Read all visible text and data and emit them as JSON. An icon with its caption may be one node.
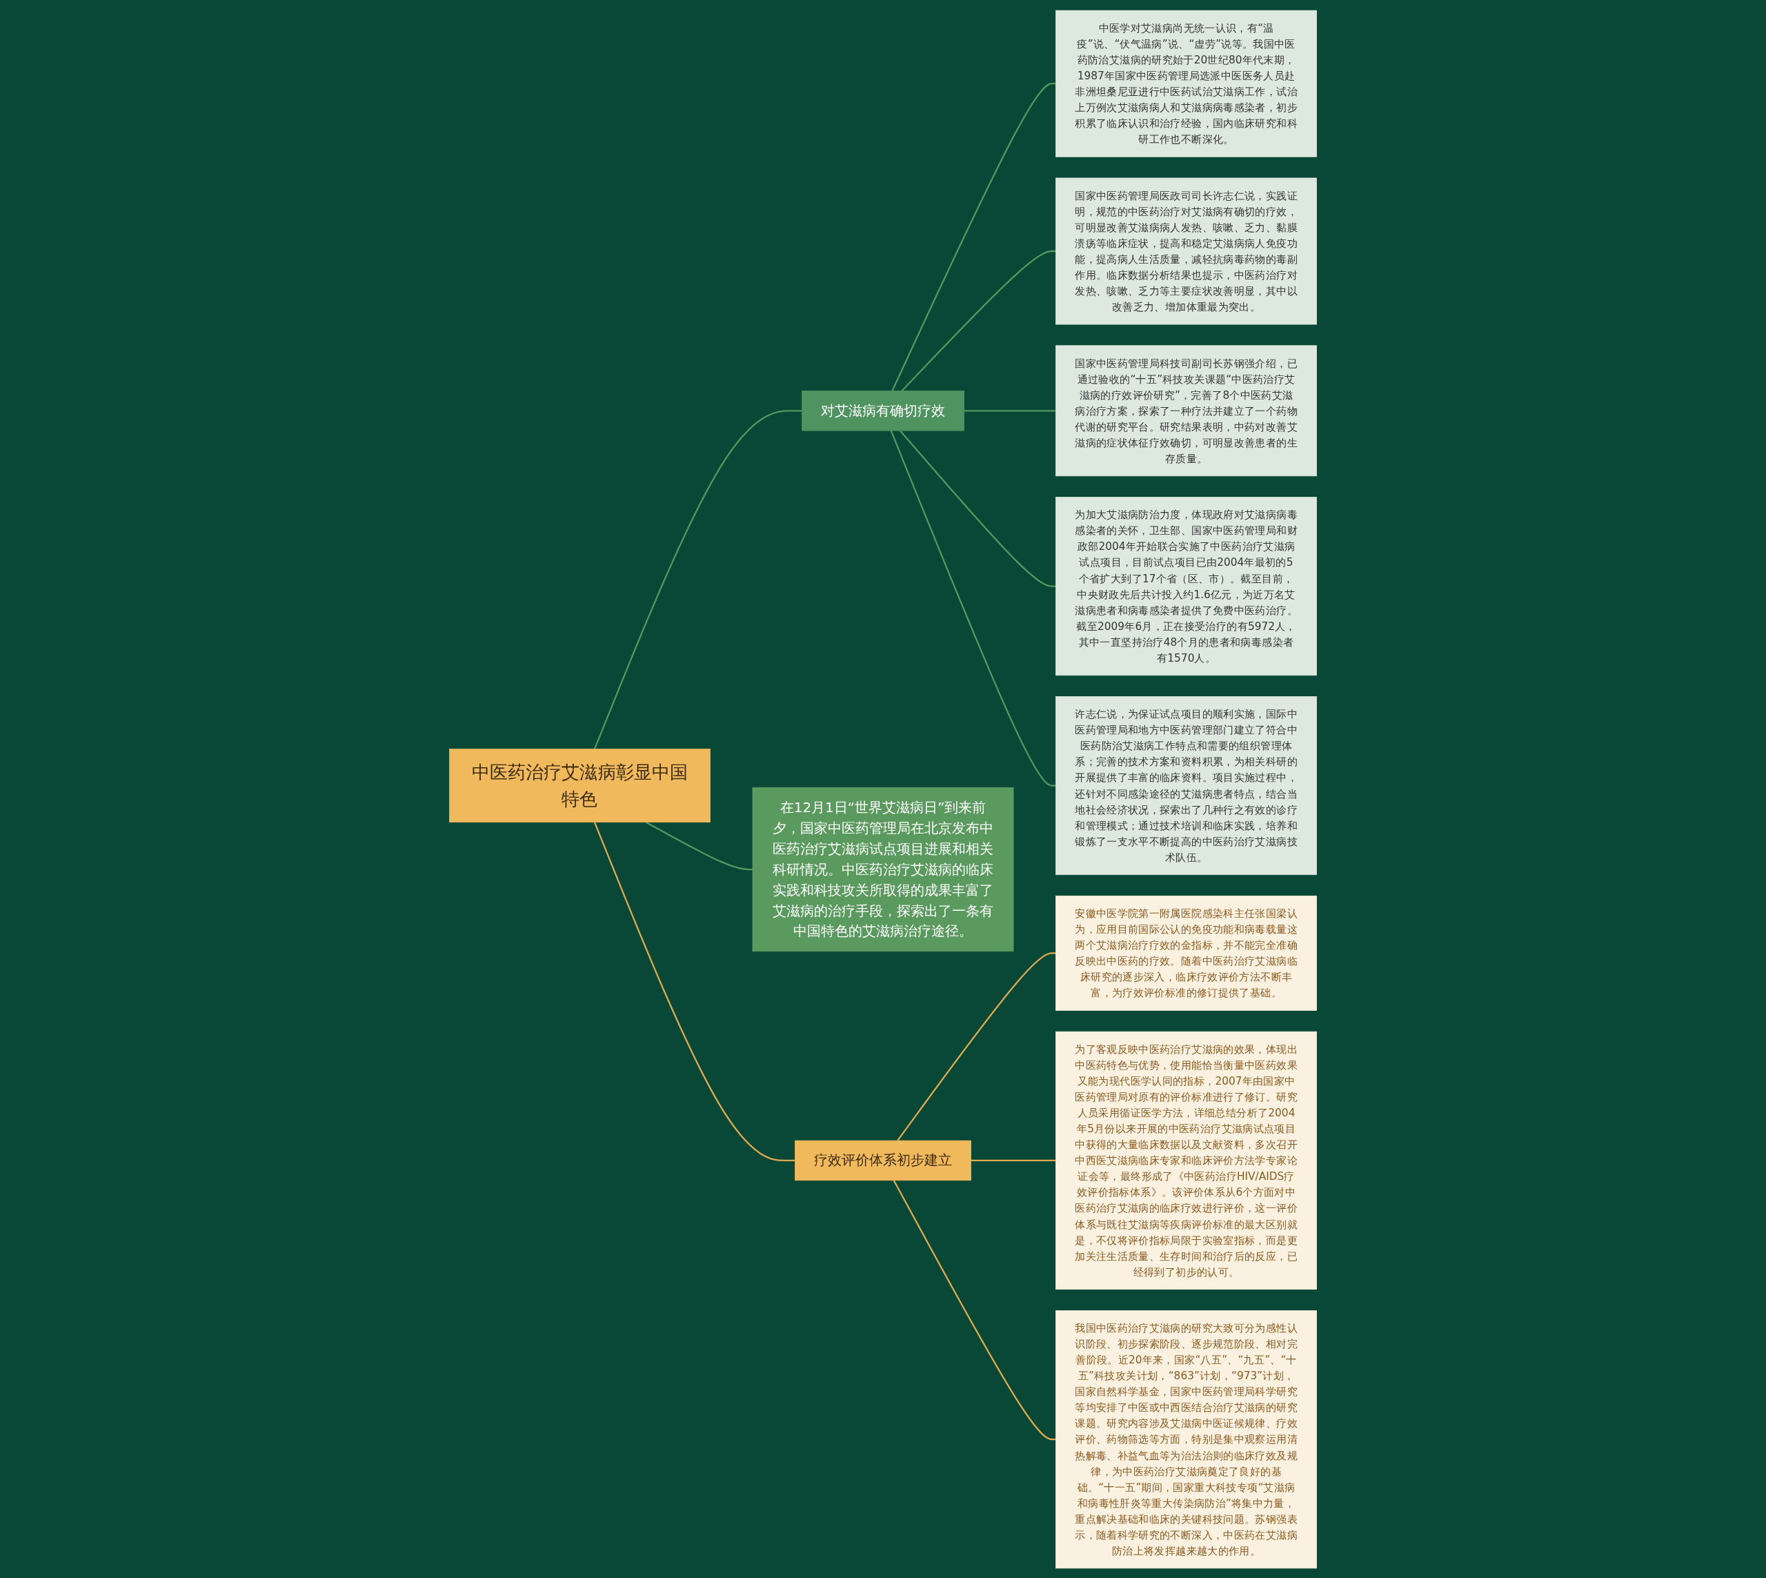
{
  "diagram": {
    "nodes": [
      {
        "text": [
          "中医药治疗艾滋病彰显中国特色"
        ]
      },
      {
        "text": [
          "对艾滋病有确切疗效"
        ]
      },
      {
        "text": [
          "中医学对艾滋病尚无统一认识，有“温疫”说、“伏气温病”说、“虚劳”说等。我国中医药防治艾滋病的研究始于20世纪80年代末期，1987年国家中医药管理局选派中医医务人员赴非洲坦桑尼亚进行中医药试治艾滋病工作，试治上万例次艾滋病病人和艾滋病病毒感染者，初步积累了临床认识和治疗经验，国内临床研究和科研工作也不断深化。"
        ]
      },
      {
        "text": [
          "国家中医药管理局医政司司长许志仁说，实践证明，规范的中医药治疗对艾滋病有确切的疗效，可明显改善艾滋病病人发热、咳嗽、乏力、黏膜溃疡等临床症状，提高和稳定艾滋病病人免疫功能，提高病人生活质量，减轻抗病毒药物的毒副作用。临床数据分析结果也提示，中医药治疗对发热、咳嗽、乏力等主要症状改善明显，其中以改善乏力、增加体重最为突出。"
        ]
      },
      {
        "text": [
          "国家中医药管理局科技司副司长苏钢强介绍，已通过验收的“十五”科技攻关课题“中医药治疗艾滋病的疗效评价研究”，完善了8个中医药艾滋病治疗方案，探索了一种疗法并建立了一个药物代谢的研究平台。研究结果表明，中药对改善艾滋病的症状体征疗效确切，可明显改善患者的生存质量。"
        ]
      },
      {
        "text": [
          "为加大艾滋病防治力度，体现政府对艾滋病病毒感染者的关怀，卫生部、国家中医药管理局和财政部2004年开始联合实施了中医药治疗艾滋病试点项目，目前试点项目已由2004年最初的5个省扩大到了17个省（区、市）。截至目前，中央财政先后共计投入约1.6亿元，为近万名艾滋病患者和病毒感染者提供了免费中医药治疗。截至2009年6月，正在接受治疗的有5972人，其中一直坚持治疗48个月的患者和病毒感染者有1570人。"
        ]
      },
      {
        "text": [
          "许志仁说，为保证试点项目的顺利实施，国际中医药管理局和地方中医药管理部门建立了符合中医药防治艾滋病工作特点和需要的组织管理体系；完善的技术方案和资料积累，为相关科研的开展提供了丰富的临床资料。项目实施过程中，还针对不同感染途径的艾滋病患者特点，结合当地社会经济状况，探索出了几种行之有效的诊疗和管理模式；通过技术培训和临床实践，培养和锻炼了一支水平不断提高的中医药治疗艾滋病技术队伍。"
        ]
      },
      {
        "text": [
          "在12月1日“世界艾滋病日”到来前夕，国家中医药管理局在北京发布中医药治疗艾滋病试点项目进展和相关科研情况。中医药治疗艾滋病的临床实践和科技攻关所取得的成果丰富了艾滋病的治疗手段，探索出了一条有中国特色的艾滋病治疗途径。"
        ]
      },
      {
        "text": [
          "疗效评价体系初步建立"
        ]
      },
      {
        "text": [
          "安徽中医学院第一附属医院感染科主任张国梁认为，应用目前国际公认的免疫功能和病毒载量这两个艾滋病治疗疗效的金指标，并不能完全准确反映出中医药的疗效。随着中医药治疗艾滋病临床研究的逐步深入，临床疗效评价方法不断丰富，为疗效评价标准的修订提供了基础。"
        ]
      },
      {
        "text": [
          "为了客观反映中医药治疗艾滋病的效果，体现出中医药特色与优势，使用能恰当衡量中医药效果又能为现代医学认同的指标，2007年由国家中医药管理局对原有的评价标准进行了修订。研究人员采用循证医学方法，详细总结分析了2004年5月份以来开展的中医药治疗艾滋病试点项目中获得的大量临床数据以及文献资料，多次召开中西医艾滋病临床专家和临床评价方法学专家论证会等，最终形成了《中医药治疗HIV/AIDS疗效评价指标体系》。该评价体系从6个方面对中医药治疗艾滋病的临床疗效进行评价，这一评价体系与既往艾滋病等疾病评价标准的最大区别就是，不仅将评价指标局限于实验室指标，而是更加关注生活质量、生存时间和治疗后的反应，已经得到了初步的认可。"
        ]
      },
      {
        "text": [
          "我国中医药治疗艾滋病的研究大致可分为感性认识阶段、初步探索阶段、逐步规范阶段、相对完善阶段。近20年来，国家“八五”、“九五”、“十五”科技攻关计划，“863”计划，“973”计划，国家自然科学基金，国家中医药管理局科学研究等均安排了中医或中西医结合治疗艾滋病的研究课题。研究内容涉及艾滋病中医证候规律、疗效评价、药物筛选等方面，特别是集中观察运用清热解毒、补益气血等为治法治则的临床疗效及规律，为中医药治疗艾滋病奠定了良好的基础。“十一五”期间，国家重大科技专项“艾滋病和病毒性肝炎等重大传染病防治”将集中力量，重点解决基础和临床的关键科技问题。苏钢强表示，随着科学研究的不断深入，中医药在艾滋病防治上将发挥越来越大的作用。"
        ]
      }
    ],
    "edges": [
      {
        "from": 0,
        "to": 1,
        "arrow": "none"
      },
      {
        "from": 1,
        "to": 2,
        "arrow": "none"
      },
      {
        "from": 1,
        "to": 3,
        "arrow": "none"
      },
      {
        "from": 1,
        "to": 4,
        "arrow": "none"
      },
      {
        "from": 1,
        "to": 5,
        "arrow": "none"
      },
      {
        "from": 1,
        "to": 6,
        "arrow": "none"
      },
      {
        "from": 0,
        "to": 7,
        "arrow": "none"
      },
      {
        "from": 0,
        "to": 8,
        "arrow": "none",
        "color": "#e0aa50"
      },
      {
        "from": 8,
        "to": 9,
        "arrow": "none",
        "color": "#e0aa50"
      },
      {
        "from": 8,
        "to": 10,
        "arrow": "none",
        "color": "#e0aa50"
      },
      {
        "from": 8,
        "to": 11,
        "arrow": "none",
        "color": "#e0aa50"
      }
    ]
  }
}
